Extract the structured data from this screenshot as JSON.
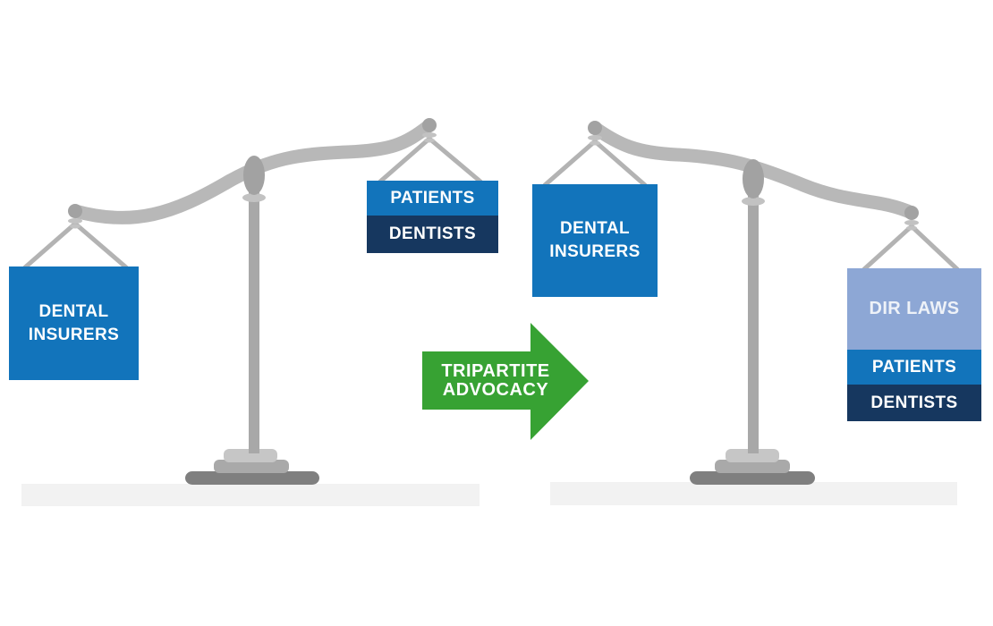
{
  "diagram": {
    "left_scale": {
      "left_weight_line1": "DENTAL",
      "left_weight_line2": "INSURERS",
      "right_weight_top": "PATIENTS",
      "right_weight_bottom": "DENTISTS"
    },
    "arrow": {
      "line1": "TRIPARTITE",
      "line2": "ADVOCACY"
    },
    "right_scale": {
      "left_weight_line1": "DENTAL",
      "left_weight_line2": "INSURERS",
      "right_weight_top": "DIR LAWS",
      "right_weight_middle": "PATIENTS",
      "right_weight_bottom": "DENTISTS"
    }
  },
  "colors": {
    "background": "#ffffff",
    "box_blue": "#1274bb",
    "box_navy": "#16375f",
    "box_periwinkle": "#8da7d5",
    "label_text": "#ffffff",
    "dir_laws_text": "#eef2f8",
    "arrow_green": "#37a233",
    "beam_gray": "#b8b8b8",
    "string_gray": "#b3b3b3",
    "metal_gray": "#a2a2a2",
    "pole_gray": "#a8a8a8",
    "ring_gray": "#c2c2c2",
    "base_top": "#c6c6c6",
    "base_mid": "#a9a9a9",
    "base_bottom": "#7f7f7f",
    "platform_gray": "#f2f2f2"
  }
}
